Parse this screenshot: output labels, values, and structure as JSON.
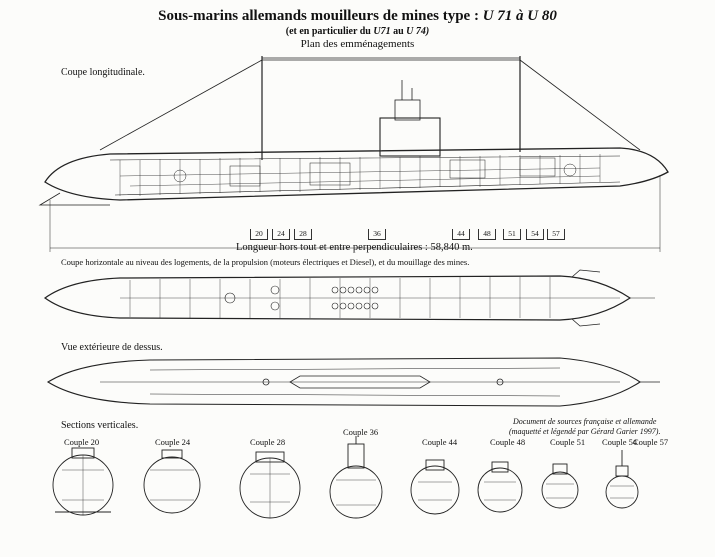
{
  "header": {
    "title_main": "Sous-marins allemands mouilleurs de mines type :",
    "title_types": "U 71 à U 80",
    "subtitle_prefix": "(et en particulier du",
    "subtitle_u1": "U71",
    "subtitle_mid": "au",
    "subtitle_u2": "U 74)",
    "plan_title": "Plan des emménagements"
  },
  "sections": {
    "longitudinal": "Coupe longitudinale.",
    "horizontal": "Coupe horizontale au niveau des logements, de la propulsion (moteurs électriques et Diesel), et du  mouillage des mines.",
    "exterior": "Vue extérieure de dessus.",
    "vertical": "Sections verticales."
  },
  "length_label": "Longueur hors tout et entre perpendiculaires : 58,840 m.",
  "frame_numbers": [
    "20",
    "24",
    "28",
    "36",
    "44",
    "48",
    "51",
    "54",
    "57"
  ],
  "credit": {
    "line1": "Document de sources française et allemande",
    "line2": "(maquetté et légendé par Gérard Garier 1997)."
  },
  "couples": [
    "Couple 20",
    "Couple 24",
    "Couple 28",
    "Couple 36",
    "Couple 44",
    "Couple 48",
    "Couple 51",
    "Couple 54",
    "Couple 57"
  ]
}
